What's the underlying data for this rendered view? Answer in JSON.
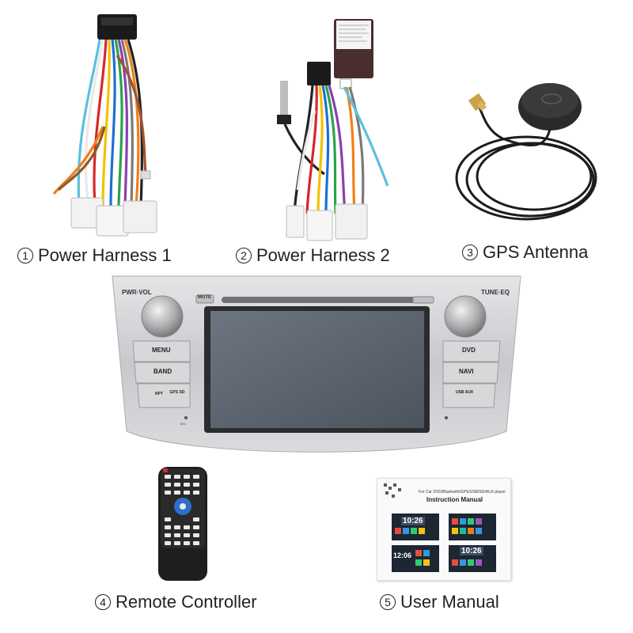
{
  "items": [
    {
      "number": "1",
      "label": "Power Harness 1"
    },
    {
      "number": "2",
      "label": "Power Harness 2"
    },
    {
      "number": "3",
      "label": "GPS Antenna"
    },
    {
      "number": "4",
      "label": "Remote Controller"
    },
    {
      "number": "5",
      "label": "User Manual"
    }
  ],
  "head_unit": {
    "pwr_vol": "PWR·VOL",
    "tune_eq": "TUNE·EQ",
    "mute": "MUTE",
    "menu": "MENU",
    "band": "BAND",
    "rpt": "RPT",
    "gps_sd": "GPS SD",
    "dvd": "DVD",
    "navi": "NAVI",
    "usb_aux": "USB AUX",
    "mic": "MIC"
  },
  "manual": {
    "subtitle": "For Car DVD/Bluetooth/GPS/USB/SD/AUX player",
    "title": "Instruction Manual",
    "clock1": "10:26",
    "clock2": "12:06",
    "clock3": "10:26"
  },
  "colors": {
    "background": "#ffffff",
    "silver": "#c9cbcd",
    "screen": "#5d6670"
  }
}
